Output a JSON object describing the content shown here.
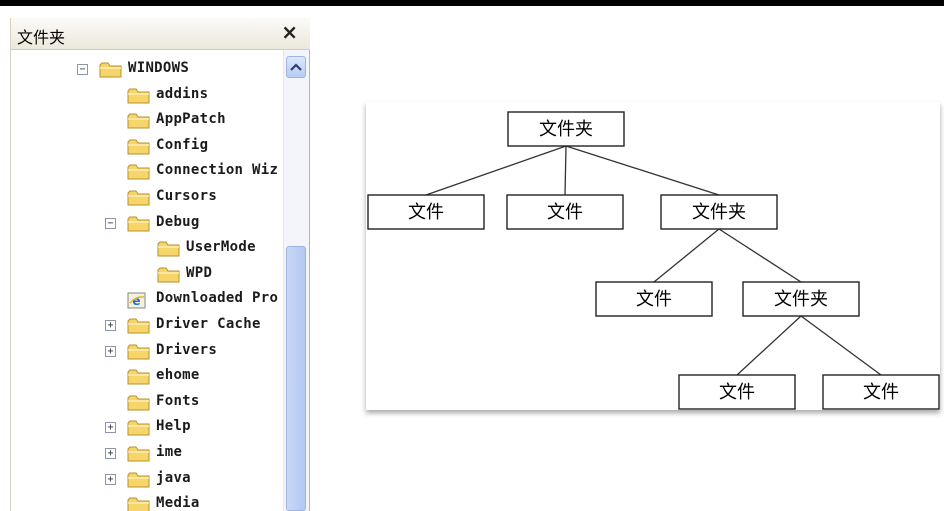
{
  "pane": {
    "title": "文件夹",
    "close_label": "×"
  },
  "tree": {
    "items": [
      {
        "label": "WINDOWS",
        "level": 0,
        "expander": "−",
        "icon": "folder-open-icon"
      },
      {
        "label": "addins",
        "level": 1,
        "expander": "",
        "icon": "folder-icon"
      },
      {
        "label": "AppPatch",
        "level": 1,
        "expander": "",
        "icon": "folder-icon"
      },
      {
        "label": "Config",
        "level": 1,
        "expander": "",
        "icon": "folder-icon"
      },
      {
        "label": "Connection Wiz",
        "level": 1,
        "expander": "",
        "icon": "folder-icon"
      },
      {
        "label": "Cursors",
        "level": 1,
        "expander": "",
        "icon": "folder-icon"
      },
      {
        "label": "Debug",
        "level": 1,
        "expander": "−",
        "icon": "folder-icon"
      },
      {
        "label": "UserMode",
        "level": 2,
        "expander": "",
        "icon": "folder-icon"
      },
      {
        "label": "WPD",
        "level": 2,
        "expander": "",
        "icon": "folder-icon"
      },
      {
        "label": "Downloaded Pro",
        "level": 1,
        "expander": "",
        "icon": "ie-folder-icon"
      },
      {
        "label": "Driver Cache",
        "level": 1,
        "expander": "+",
        "icon": "folder-icon"
      },
      {
        "label": "Drivers",
        "level": 1,
        "expander": "+",
        "icon": "folder-icon"
      },
      {
        "label": "ehome",
        "level": 1,
        "expander": "",
        "icon": "folder-icon"
      },
      {
        "label": "Fonts",
        "level": 1,
        "expander": "",
        "icon": "folder-icon"
      },
      {
        "label": "Help",
        "level": 1,
        "expander": "+",
        "icon": "folder-icon"
      },
      {
        "label": "ime",
        "level": 1,
        "expander": "+",
        "icon": "folder-icon"
      },
      {
        "label": "java",
        "level": 1,
        "expander": "+",
        "icon": "folder-icon"
      },
      {
        "label": "Media",
        "level": 1,
        "expander": "",
        "icon": "folder-icon"
      }
    ]
  },
  "diagram": {
    "nodes": [
      {
        "id": "root",
        "label": "文件夹"
      },
      {
        "id": "file1",
        "label": "文件"
      },
      {
        "id": "file2",
        "label": "文件"
      },
      {
        "id": "folder2",
        "label": "文件夹"
      },
      {
        "id": "file3",
        "label": "文件"
      },
      {
        "id": "folder3",
        "label": "文件夹"
      },
      {
        "id": "file4",
        "label": "文件"
      },
      {
        "id": "file5",
        "label": "文件"
      }
    ],
    "edges": [
      [
        "root",
        "file1"
      ],
      [
        "root",
        "file2"
      ],
      [
        "root",
        "folder2"
      ],
      [
        "folder2",
        "file3"
      ],
      [
        "folder2",
        "folder3"
      ],
      [
        "folder3",
        "file4"
      ],
      [
        "folder3",
        "file5"
      ]
    ]
  },
  "colors": {
    "folder_fill": "#f6d66b",
    "folder_stroke": "#b8902a",
    "scroll_accent": "#b7cbf2"
  }
}
